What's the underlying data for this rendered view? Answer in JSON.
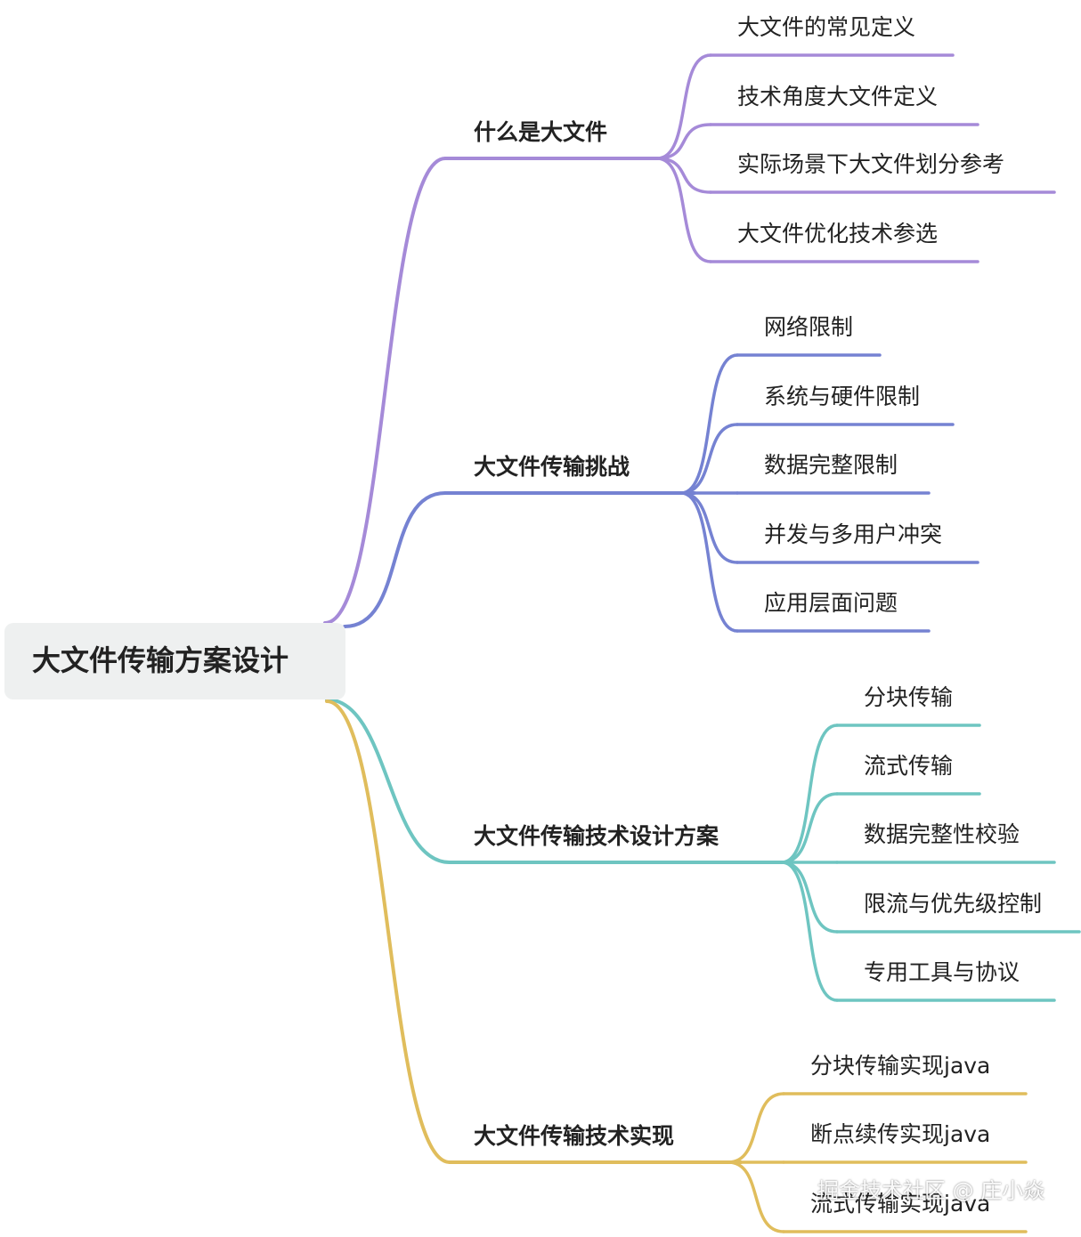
{
  "root": {
    "label": "大文件传输方案设计"
  },
  "branches": [
    {
      "label": "什么是大文件",
      "color": "#a58ad8",
      "children": [
        "大文件的常见定义",
        "技术角度大文件定义",
        "实际场景下大文件划分参考",
        "大文件优化技术参选"
      ]
    },
    {
      "label": "大文件传输挑战",
      "color": "#7582d2",
      "children": [
        "网络限制",
        "系统与硬件限制",
        "数据完整限制",
        "并发与多用户冲突",
        "应用层面问题"
      ]
    },
    {
      "label": "大文件传输技术设计方案",
      "color": "#6ec5c1",
      "children": [
        "分块传输",
        "流式传输",
        "数据完整性校验",
        "限流与优先级控制",
        "专用工具与协议"
      ]
    },
    {
      "label": "大文件传输技术实现",
      "color": "#e0bd5c",
      "children": [
        "分块传输实现java",
        "断点续传实现java",
        "流式传输实现java"
      ]
    }
  ],
  "watermark": "掘金技术社区 @ 庄小焱"
}
